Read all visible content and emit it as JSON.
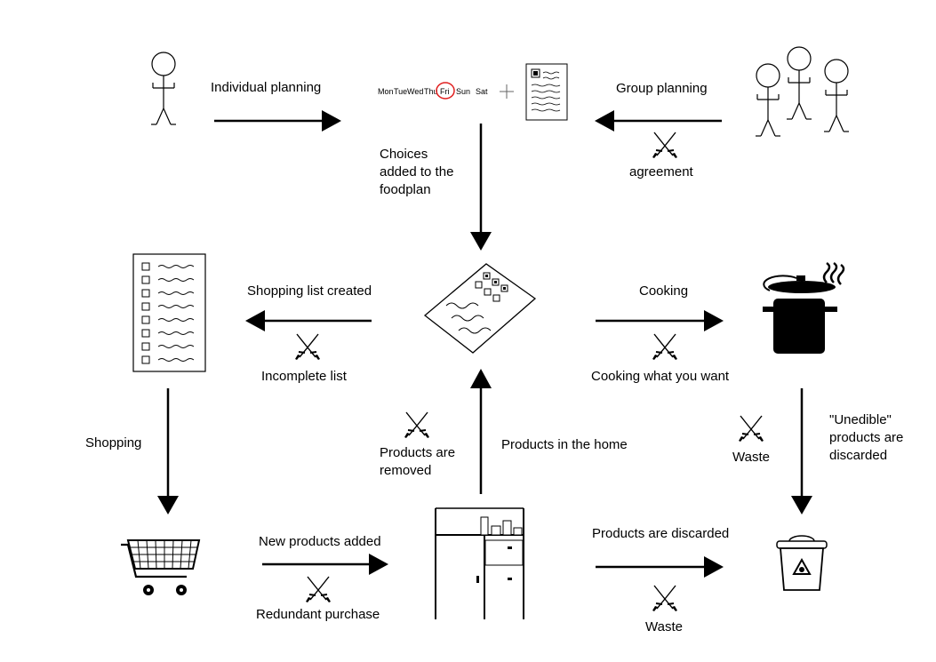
{
  "labels": {
    "individual_planning": "Individual planning",
    "group_planning": "Group planning",
    "agreement": "agreement",
    "choices_added": "Choices\nadded to the\nfoodplan",
    "shopping_list_created": "Shopping list created",
    "incomplete_list": "Incomplete list",
    "cooking": "Cooking",
    "cooking_what_you_want": "Cooking what you want",
    "shopping": "Shopping",
    "products_removed": "Products are\nremoved",
    "products_in_home": "Products in the home",
    "waste_right": "Waste",
    "unedible_discarded": "\"Unedible\"\nproducts are\ndiscarded",
    "new_products_added": "New products added",
    "redundant_purchase": "Redundant purchase",
    "products_discarded": "Products are discarded",
    "waste_bottom": "Waste"
  },
  "calendar": {
    "days": [
      "Mon",
      "Tue",
      "Wed",
      "Thu",
      "Fri",
      "Sun",
      "Sat"
    ],
    "highlighted": "Fri",
    "highlight_color": "#e02020"
  },
  "colors": {
    "ink": "#000000",
    "background": "#ffffff"
  },
  "icons": [
    "person-icon",
    "group-icon",
    "calendar-icon",
    "plus-icon",
    "recipe-card-icon",
    "foodplan-icon",
    "shopping-list-icon",
    "cooking-pot-icon",
    "shopping-cart-icon",
    "fridge-icon",
    "recycle-bin-icon",
    "crossed-swords-icon"
  ]
}
